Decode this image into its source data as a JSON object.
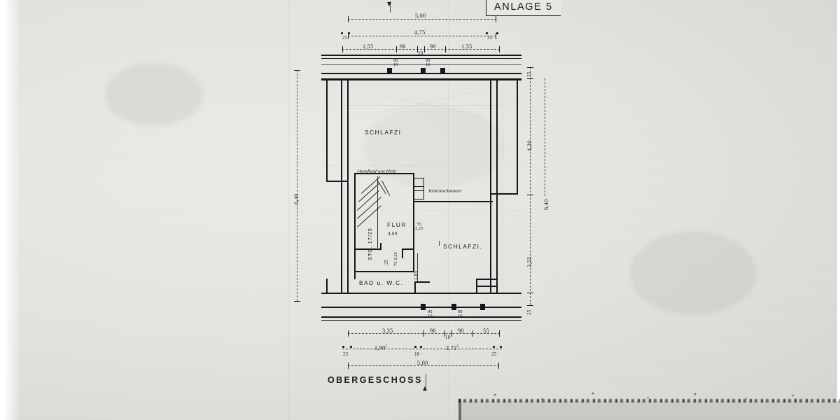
{
  "document": {
    "type": "architectural-floor-plan-scan",
    "sheet_ref": "ANLAGE 5",
    "floor_title": "OBERGESCHOSS",
    "ink_color": "#1b1c20",
    "paper_color": "#e6e4e0"
  },
  "rooms": [
    {
      "id": "bedroom-north",
      "label": "SCHLAFZI."
    },
    {
      "id": "bedroom-south",
      "label": "SCHLAFZI."
    },
    {
      "id": "hallway",
      "label": "FLUR"
    },
    {
      "id": "bath-wc",
      "label": "BAD u. W.C."
    },
    {
      "id": "staircase",
      "label": "STG. 17/25"
    }
  ],
  "annotations": [
    {
      "id": "note-stair-top",
      "text": "Handlauf aus Holz"
    },
    {
      "id": "note-right-wall",
      "text": "Kniestockmauer"
    }
  ],
  "dimensions": {
    "top": {
      "overall": "5,00",
      "inner": "4,75",
      "edge_left": "25",
      "edge_right": "25",
      "chain": [
        "1,55",
        "90",
        "10",
        "90",
        "1,55"
      ]
    },
    "bottom": {
      "chain": [
        "3,35",
        "90",
        "10",
        "90",
        "55"
      ],
      "sub_chain": [
        "25",
        "1,90",
        "10",
        "2,72",
        "25"
      ],
      "sub_sup": [
        "",
        "5",
        "",
        "5",
        ""
      ],
      "overall": "5,00"
    },
    "right": {
      "edge_top": "25",
      "upper": "4,20",
      "overall": "6,40",
      "lower": "3,55",
      "edge_bottom": "25"
    },
    "left": {
      "overall": "6,40"
    },
    "openings": {
      "top_left_window": {
        "width": "90",
        "height": "10"
      },
      "top_right_window": {
        "width": "90",
        "height": "10"
      },
      "hall_door": {
        "width": "55",
        "height": "2,25"
      },
      "hall_small": {
        "width": "4,00"
      },
      "bath_door": {
        "width": "25"
      },
      "wc_door": {
        "width": "75",
        "height": "2,25"
      },
      "bath_vert": {
        "height": "1,85"
      }
    }
  }
}
